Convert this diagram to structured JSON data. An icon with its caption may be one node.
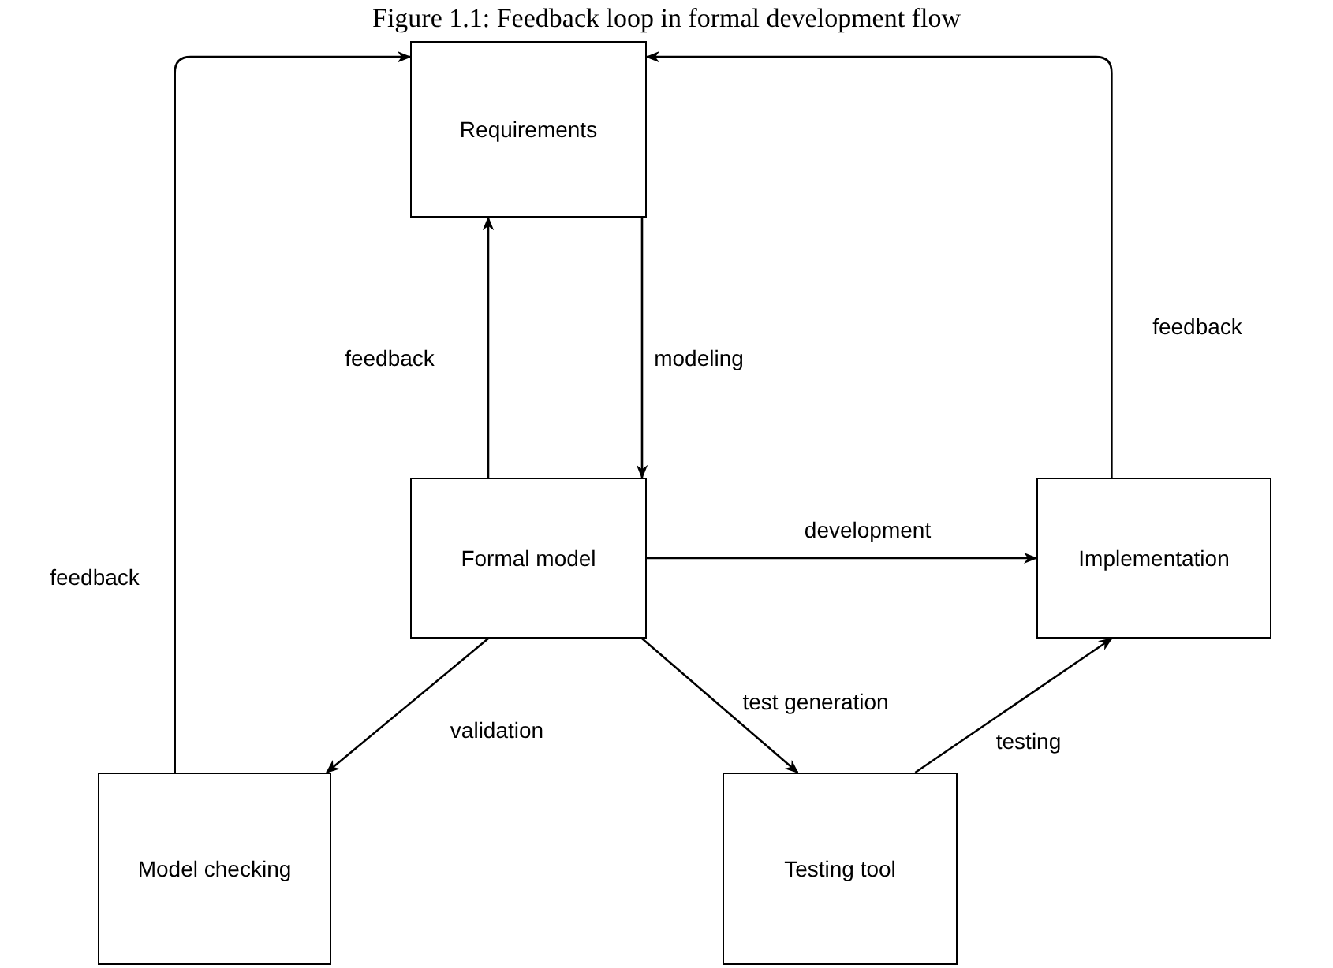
{
  "diagram": {
    "title": "Figure 1.1: Feedback loop in formal development flow",
    "nodes": [
      {
        "text": [
          "Requirements"
        ]
      },
      {
        "text": [
          "Formal model"
        ]
      },
      {
        "text": [
          "Implementation"
        ]
      },
      {
        "text": [
          "Model checking"
        ]
      },
      {
        "text": [
          "Testing tool"
        ]
      }
    ],
    "edges": [
      {
        "from": 1,
        "to": 0,
        "arrow": "to",
        "label": "feedback"
      },
      {
        "from": 0,
        "to": 1,
        "arrow": "to",
        "label": "modeling"
      },
      {
        "from": 1,
        "to": 2,
        "arrow": "to",
        "label": "development"
      },
      {
        "from": 1,
        "to": 3,
        "arrow": "to",
        "label": "validation"
      },
      {
        "from": 1,
        "to": 4,
        "arrow": "to",
        "label": "test generation"
      },
      {
        "from": 4,
        "to": 2,
        "arrow": "to",
        "label": "testing"
      },
      {
        "from": 2,
        "to": 0,
        "arrow": "to",
        "label": "feedback"
      },
      {
        "from": 3,
        "to": 0,
        "arrow": "to",
        "label": "feedback"
      }
    ]
  }
}
